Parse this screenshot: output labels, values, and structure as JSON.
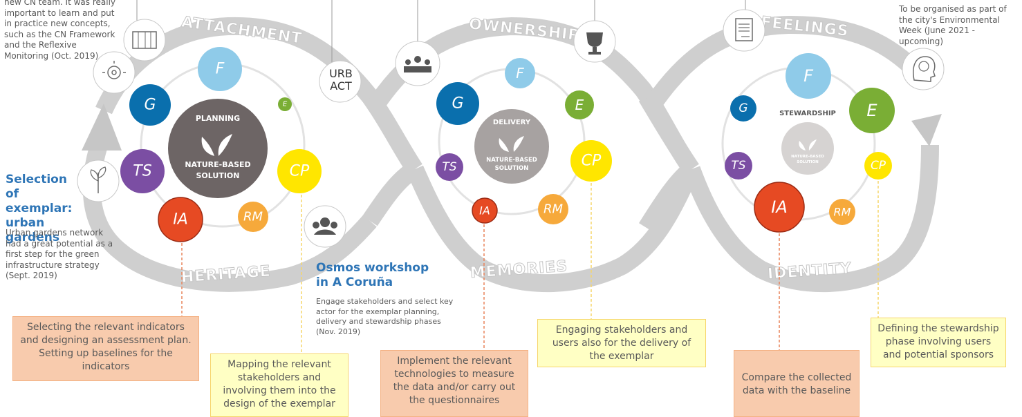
{
  "left_intro": {
    "text": "new CN team. It was really important to learn and put in practice new concepts, such as the CN Framework and the Reflexive Monitoring (Oct. 2019)"
  },
  "right_intro": {
    "text": "To be organised as part of the city's Environmental Week (June 2021 - upcoming)"
  },
  "selection": {
    "heading": "Selection of exemplar: urban gardens",
    "text": "Urban gardens network had a great potential as a first step for the green infrastructure strategy (Sept. 2019)"
  },
  "osmos": {
    "heading": "Osmos workshop in A Coruña",
    "text": "Engage stakeholders and select key actor for the exemplar planning, delivery and stewardship phases (Nov. 2019)"
  },
  "arc_labels": {
    "attachment": "ATTACHMENT",
    "ownership": "OWNERSHIP",
    "feelings": "FEELINGS",
    "heritage": "HERITAGE",
    "memories": "MEMORIES",
    "identity": "IDENTITY"
  },
  "logo": {
    "line1": "URB",
    "line2": "ACT"
  },
  "cycles": [
    {
      "hub_top": "PLANNING",
      "hub_bottom": "NATURE-BASED\nSOLUTION",
      "hub_color": "#6d6565"
    },
    {
      "hub_top": "DELIVERY",
      "hub_bottom": "NATURE-BASED\nSOLUTION",
      "hub_color": "#a7a2a1"
    },
    {
      "hub_top": "STEWARDSHIP",
      "hub_bottom": "NATURE-BASED\nSOLUTION",
      "hub_color": "#d6d3d2"
    }
  ],
  "node_labels": {
    "F": "F",
    "E": "E",
    "CP": "CP",
    "RM": "RM",
    "IA": "IA",
    "TS": "TS",
    "G": "G"
  },
  "node_colors": {
    "F": "#8fcbe9",
    "E": "#7aae35",
    "CP": "#ffe600",
    "RM": "#f6a93b",
    "IA": "#e64a23",
    "TS": "#7b4ea3",
    "G": "#0a6fad"
  },
  "boxes": {
    "b1": "Selecting the relevant indicators and designing an assessment plan. Setting up baselines for the indicators",
    "b2": "Mapping the relevant stakeholders and involving them into the design of the exemplar",
    "b3": "Implement the relevant technologies to measure the data and/or carry out the questionnaires",
    "b4": "Engaging stakeholders and users also for the delivery of the exemplar",
    "b5": "Compare the collected data with the baseline",
    "b6": "Defining the stewardship phase involving users and potential sponsors"
  }
}
